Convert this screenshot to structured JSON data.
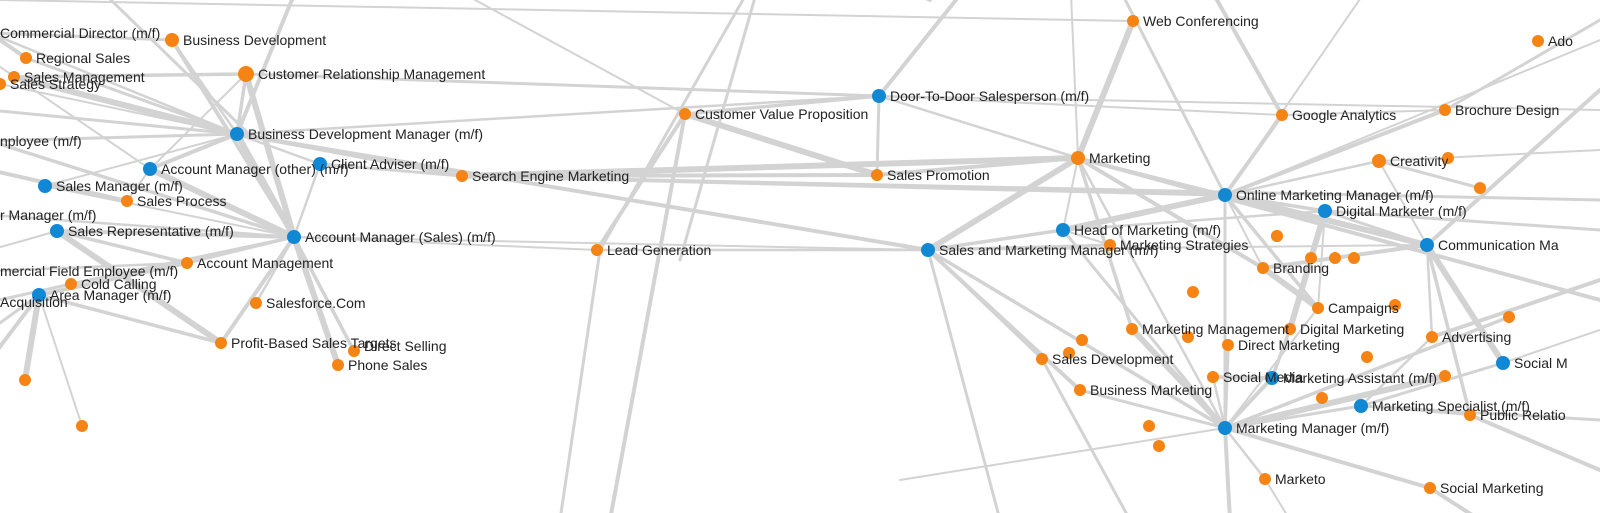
{
  "colors": {
    "background": "#ffffff",
    "edge": "#d3d3d3",
    "job_node": "#1188d4",
    "skill_node": "#f58414",
    "label": "#222222"
  },
  "nodes": [
    {
      "id": "commercial-director",
      "label": "Commercial Director (m/f)",
      "kind": "job"
    },
    {
      "id": "regional-sales",
      "label": "Regional Sales",
      "kind": "skill"
    },
    {
      "id": "sales-management",
      "label": "Sales Management",
      "kind": "skill"
    },
    {
      "id": "sales-strategy",
      "label": "Sales Strategy",
      "kind": "skill"
    },
    {
      "id": "business-development",
      "label": "Business Development",
      "kind": "skill"
    },
    {
      "id": "crm",
      "label": "Customer Relationship Management",
      "kind": "skill"
    },
    {
      "id": "bdm",
      "label": "Business Development Manager (m/f)",
      "kind": "job"
    },
    {
      "id": "employee",
      "label": "nployee (m/f)",
      "kind": "job"
    },
    {
      "id": "account-manager-other",
      "label": "Account Manager (other) (m/f)",
      "kind": "job"
    },
    {
      "id": "client-adviser",
      "label": "Client Adviser (m/f)",
      "kind": "job"
    },
    {
      "id": "search-engine-marketing",
      "label": "Search Engine Marketing",
      "kind": "skill"
    },
    {
      "id": "sales-manager",
      "label": "Sales Manager (m/f)",
      "kind": "job"
    },
    {
      "id": "sales-process",
      "label": "Sales Process",
      "kind": "skill"
    },
    {
      "id": "r-manager",
      "label": "r Manager (m/f)",
      "kind": "job"
    },
    {
      "id": "sales-representative",
      "label": "Sales Representative (m/f)",
      "kind": "job"
    },
    {
      "id": "account-manager-sales",
      "label": "Account Manager (Sales) (m/f)",
      "kind": "job"
    },
    {
      "id": "commercial-field-employee",
      "label": "mercial Field Employee (m/f)",
      "kind": "job"
    },
    {
      "id": "account-management",
      "label": "Account Management",
      "kind": "skill"
    },
    {
      "id": "cold-calling",
      "label": "Cold Calling",
      "kind": "skill"
    },
    {
      "id": "area-manager",
      "label": "Area Manager (m/f)",
      "kind": "job"
    },
    {
      "id": "acquisition",
      "label": "Acquisition",
      "kind": "skill"
    },
    {
      "id": "salesforce",
      "label": "Salesforce.Com",
      "kind": "skill"
    },
    {
      "id": "profit-based-sales-targets",
      "label": "Profit-Based Sales Targets",
      "kind": "skill"
    },
    {
      "id": "direct-selling",
      "label": "Direct Selling",
      "kind": "skill"
    },
    {
      "id": "phone-sales",
      "label": "Phone Sales",
      "kind": "skill"
    },
    {
      "id": "customer-value-proposition",
      "label": "Customer Value Proposition",
      "kind": "skill"
    },
    {
      "id": "lead-generation",
      "label": "Lead Generation",
      "kind": "skill"
    },
    {
      "id": "door-to-door",
      "label": "Door-To-Door Salesperson (m/f)",
      "kind": "job"
    },
    {
      "id": "sales-promotion",
      "label": "Sales Promotion",
      "kind": "skill"
    },
    {
      "id": "sales-and-marketing-manager",
      "label": "Sales and Marketing Manager (m/f)",
      "kind": "job"
    },
    {
      "id": "web-conferencing",
      "label": "Web Conferencing",
      "kind": "skill"
    },
    {
      "id": "marketing",
      "label": "Marketing",
      "kind": "skill"
    },
    {
      "id": "head-of-marketing",
      "label": "Head of Marketing (m/f)",
      "kind": "job"
    },
    {
      "id": "marketing-strategies",
      "label": "Marketing Strategies",
      "kind": "skill"
    },
    {
      "id": "google-analytics",
      "label": "Google Analytics",
      "kind": "skill"
    },
    {
      "id": "brochure-design",
      "label": "Brochure Design",
      "kind": "skill"
    },
    {
      "id": "ado",
      "label": "Ado",
      "kind": "skill"
    },
    {
      "id": "creativity",
      "label": "Creativity",
      "kind": "skill"
    },
    {
      "id": "online-marketing-manager",
      "label": "Online Marketing Manager (m/f)",
      "kind": "job"
    },
    {
      "id": "digital-marketer",
      "label": "Digital Marketer (m/f)",
      "kind": "job"
    },
    {
      "id": "communication-manager",
      "label": "Communication Ma",
      "kind": "job"
    },
    {
      "id": "branding",
      "label": "Branding",
      "kind": "skill"
    },
    {
      "id": "campaigns",
      "label": "Campaigns",
      "kind": "skill"
    },
    {
      "id": "marketing-management",
      "label": "Marketing Management",
      "kind": "skill"
    },
    {
      "id": "digital-marketing",
      "label": "Digital Marketing",
      "kind": "skill"
    },
    {
      "id": "direct-marketing",
      "label": "Direct Marketing",
      "kind": "skill"
    },
    {
      "id": "advertising",
      "label": "Advertising",
      "kind": "skill"
    },
    {
      "id": "sales-development",
      "label": "Sales Development",
      "kind": "skill"
    },
    {
      "id": "social-media",
      "label": "Social Media",
      "kind": "skill"
    },
    {
      "id": "marketing-assistant",
      "label": "Marketing Assistant (m/f)",
      "kind": "job"
    },
    {
      "id": "social-m",
      "label": "Social M",
      "kind": "job"
    },
    {
      "id": "business-marketing",
      "label": "Business Marketing",
      "kind": "skill"
    },
    {
      "id": "marketing-specialist",
      "label": "Marketing Specialist (m/f)",
      "kind": "job"
    },
    {
      "id": "public-relations",
      "label": "Public Relatio",
      "kind": "skill"
    },
    {
      "id": "marketing-manager",
      "label": "Marketing Manager (m/f)",
      "kind": "job"
    },
    {
      "id": "marketo",
      "label": "Marketo",
      "kind": "skill"
    },
    {
      "id": "social-marketing",
      "label": "Social Marketing",
      "kind": "skill"
    },
    {
      "id": "u1",
      "label": "",
      "kind": "skill"
    },
    {
      "id": "u2",
      "label": "",
      "kind": "skill"
    },
    {
      "id": "u3",
      "label": "",
      "kind": "skill"
    },
    {
      "id": "u4",
      "label": "",
      "kind": "skill"
    },
    {
      "id": "u5",
      "label": "",
      "kind": "skill"
    },
    {
      "id": "u6",
      "label": "",
      "kind": "skill"
    },
    {
      "id": "u7",
      "label": "",
      "kind": "skill"
    },
    {
      "id": "u8",
      "label": "",
      "kind": "skill"
    },
    {
      "id": "u9",
      "label": "",
      "kind": "skill"
    },
    {
      "id": "u10",
      "label": "",
      "kind": "skill"
    },
    {
      "id": "u11",
      "label": "",
      "kind": "skill"
    },
    {
      "id": "u12",
      "label": "",
      "kind": "skill"
    },
    {
      "id": "u13",
      "label": "",
      "kind": "skill"
    },
    {
      "id": "u14",
      "label": "",
      "kind": "skill"
    },
    {
      "id": "u15",
      "label": "",
      "kind": "skill"
    },
    {
      "id": "u16",
      "label": "",
      "kind": "skill"
    },
    {
      "id": "u17",
      "label": "",
      "kind": "skill"
    },
    {
      "id": "u18",
      "label": "",
      "kind": "skill"
    },
    {
      "id": "u19",
      "label": "",
      "kind": "skill"
    },
    {
      "id": "u20",
      "label": "",
      "kind": "skill"
    }
  ],
  "edges": [
    [
      "commercial-director",
      "business-development"
    ],
    [
      "commercial-director",
      "bdm"
    ],
    [
      "commercial-director",
      "regional-sales"
    ],
    [
      "sales-management",
      "crm"
    ],
    [
      "sales-management",
      "bdm"
    ],
    [
      "sales-strategy",
      "bdm"
    ],
    [
      "regional-sales",
      "bdm"
    ],
    [
      "business-development",
      "bdm"
    ],
    [
      "business-development",
      "account-manager-sales"
    ],
    [
      "crm",
      "bdm"
    ],
    [
      "crm",
      "account-manager-sales"
    ],
    [
      "crm",
      "account-manager-other"
    ],
    [
      "crm",
      "door-to-door"
    ],
    [
      "bdm",
      "client-adviser"
    ],
    [
      "bdm",
      "account-manager-other"
    ],
    [
      "bdm",
      "search-engine-marketing"
    ],
    [
      "bdm",
      "account-manager-sales"
    ],
    [
      "bdm",
      "sales-manager"
    ],
    [
      "bdm",
      "employee"
    ],
    [
      "bdm",
      "door-to-door"
    ],
    [
      "bdm",
      "sales-and-marketing-manager"
    ],
    [
      "employee",
      "account-manager-sales"
    ],
    [
      "account-manager-other",
      "account-manager-sales"
    ],
    [
      "account-manager-other",
      "sales-process"
    ],
    [
      "client-adviser",
      "search-engine-marketing"
    ],
    [
      "client-adviser",
      "account-manager-sales"
    ],
    [
      "search-engine-marketing",
      "sales-promotion"
    ],
    [
      "search-engine-marketing",
      "online-marketing-manager"
    ],
    [
      "search-engine-marketing",
      "marketing"
    ],
    [
      "sales-manager",
      "account-manager-sales"
    ],
    [
      "sales-manager",
      "sales-process"
    ],
    [
      "r-manager",
      "account-manager-sales"
    ],
    [
      "sales-representative",
      "account-manager-sales"
    ],
    [
      "sales-representative",
      "account-management"
    ],
    [
      "sales-representative",
      "profit-based-sales-targets"
    ],
    [
      "account-manager-sales",
      "lead-generation"
    ],
    [
      "account-manager-sales",
      "account-management"
    ],
    [
      "account-manager-sales",
      "salesforce"
    ],
    [
      "account-manager-sales",
      "profit-based-sales-targets"
    ],
    [
      "account-manager-sales",
      "direct-selling"
    ],
    [
      "account-manager-sales",
      "phone-sales"
    ],
    [
      "account-manager-sales",
      "sales-and-marketing-manager"
    ],
    [
      "account-manager-sales",
      "cold-calling"
    ],
    [
      "commercial-field-employee",
      "account-management"
    ],
    [
      "area-manager",
      "account-management"
    ],
    [
      "area-manager",
      "profit-based-sales-targets"
    ],
    [
      "area-manager",
      "u1"
    ],
    [
      "area-manager",
      "u2"
    ],
    [
      "acquisition",
      "cold-calling"
    ],
    [
      "lead-generation",
      "sales-and-marketing-manager"
    ],
    [
      "lead-generation",
      "customer-value-proposition"
    ],
    [
      "customer-value-proposition",
      "door-to-door"
    ],
    [
      "customer-value-proposition",
      "sales-promotion"
    ],
    [
      "door-to-door",
      "google-analytics"
    ],
    [
      "door-to-door",
      "sales-promotion"
    ],
    [
      "door-to-door",
      "marketing"
    ],
    [
      "sales-promotion",
      "marketing"
    ],
    [
      "sales-and-marketing-manager",
      "head-of-marketing"
    ],
    [
      "sales-and-marketing-manager",
      "marketing"
    ],
    [
      "sales-and-marketing-manager",
      "communication-manager"
    ],
    [
      "sales-and-marketing-manager",
      "marketing-strategies"
    ],
    [
      "sales-and-marketing-manager",
      "sales-development"
    ],
    [
      "sales-and-marketing-manager",
      "business-marketing"
    ],
    [
      "sales-and-marketing-manager",
      "marketing-manager"
    ],
    [
      "web-conferencing",
      "marketing"
    ],
    [
      "marketing",
      "head-of-marketing"
    ],
    [
      "marketing",
      "online-marketing-manager"
    ],
    [
      "marketing",
      "marketing-manager"
    ],
    [
      "marketing",
      "branding"
    ],
    [
      "marketing",
      "marketing-management"
    ],
    [
      "head-of-marketing",
      "online-marketing-manager"
    ],
    [
      "head-of-marketing",
      "marketing-strategies"
    ],
    [
      "head-of-marketing",
      "marketing-manager"
    ],
    [
      "head-of-marketing",
      "digital-marketer"
    ],
    [
      "online-marketing-manager",
      "google-analytics"
    ],
    [
      "online-marketing-manager",
      "digital-marketer"
    ],
    [
      "online-marketing-manager",
      "communication-manager"
    ],
    [
      "online-marketing-manager",
      "branding"
    ],
    [
      "online-marketing-manager",
      "marketing-manager"
    ],
    [
      "online-marketing-manager",
      "creativity"
    ],
    [
      "online-marketing-manager",
      "brochure-design"
    ],
    [
      "online-marketing-manager",
      "campaigns"
    ],
    [
      "digital-marketer",
      "digital-marketing"
    ],
    [
      "digital-marketer",
      "campaigns"
    ],
    [
      "digital-marketer",
      "communication-manager"
    ],
    [
      "communication-manager",
      "advertising"
    ],
    [
      "communication-manager",
      "branding"
    ],
    [
      "communication-manager",
      "public-relations"
    ],
    [
      "communication-manager",
      "social-m"
    ],
    [
      "communication-manager",
      "creativity"
    ],
    [
      "marketing-manager",
      "marketing-specialist"
    ],
    [
      "marketing-manager",
      "social-media"
    ],
    [
      "marketing-manager",
      "marketing-assistant"
    ],
    [
      "marketing-manager",
      "direct-marketing"
    ],
    [
      "marketing-manager",
      "marketing-management"
    ],
    [
      "marketing-manager",
      "campaigns"
    ],
    [
      "marketing-manager",
      "business-marketing"
    ],
    [
      "marketing-manager",
      "marketo"
    ],
    [
      "marketing-manager",
      "social-marketing"
    ],
    [
      "marketing-manager",
      "u18"
    ],
    [
      "marketing-manager",
      "u19"
    ],
    [
      "marketing-specialist",
      "public-relations"
    ],
    [
      "marketing-specialist",
      "social-m"
    ],
    [
      "marketing-specialist",
      "advertising"
    ],
    [
      "marketing-assistant",
      "social-media"
    ],
    [
      "marketing-assistant",
      "digital-marketing"
    ],
    [
      "branding",
      "campaigns"
    ],
    [
      "google-analytics",
      "brochure-design"
    ],
    [
      "creativity",
      "u8"
    ]
  ]
}
